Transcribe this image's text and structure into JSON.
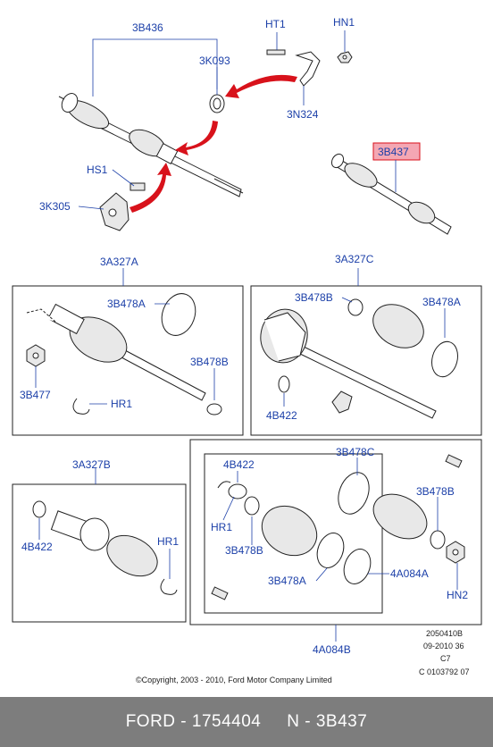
{
  "labels": {
    "l_3b436": "3B436",
    "l_ht1": "HT1",
    "l_hn1": "HN1",
    "l_3k093": "3K093",
    "l_3n324": "3N324",
    "l_hs1": "HS1",
    "l_3k305": "3K305",
    "l_3b437": "3B437",
    "l_3a327a": "3A327A",
    "l_3b478a_1": "3B478A",
    "l_3b478b_1": "3B478B",
    "l_3b477": "3B477",
    "l_hr1_1": "HR1",
    "l_3a327c": "3A327C",
    "l_3b478b_2": "3B478B",
    "l_3b478a_2": "3B478A",
    "l_4b422_1": "4B422",
    "l_3a327b": "3A327B",
    "l_4b422_2": "4B422",
    "l_hr1_2": "HR1",
    "l_4b422_3": "4B422",
    "l_hr1_3": "HR1",
    "l_3b478b_3": "3B478B",
    "l_3b478a_3": "3B478A",
    "l_3b478c": "3B478C",
    "l_3b478b_4": "3B478B",
    "l_4a084a": "4A084A",
    "l_hn2": "HN2",
    "l_4a084b": "4A084B"
  },
  "meta": {
    "line1": "2050410B",
    "line2": "09-2010 36",
    "line3": "C7",
    "line4": "C 0103792 07"
  },
  "copyright": "©Copyright, 2003 - 2010, Ford Motor Company Limited",
  "footer": {
    "text": "FORD - 1754404     N - 3B437"
  },
  "colors": {
    "label_blue": "#1b3fa8",
    "highlight_bg": "#f4a7b3",
    "highlight_border": "#d8121b",
    "arrow_red": "#d8121b",
    "footer_bg": "#7d7d7d"
  }
}
